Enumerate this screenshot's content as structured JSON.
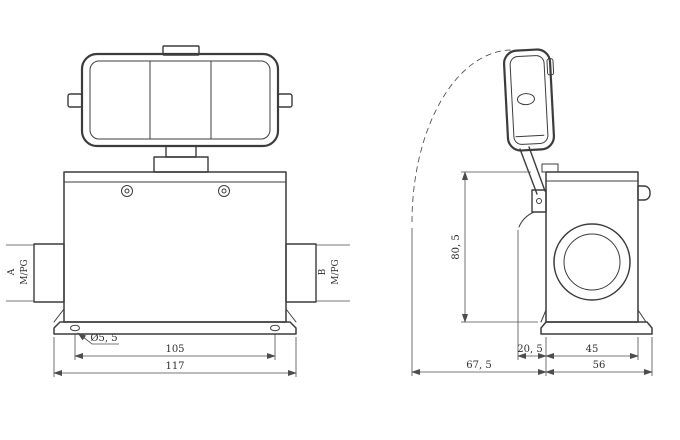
{
  "front_view": {
    "port_a": "A",
    "port_a_thread": "M/PG",
    "port_b": "B",
    "port_b_thread": "M/PG",
    "dim_hole_diameter": "Ø5, 5",
    "dim_hole_spacing": "105",
    "dim_overall_width": "117"
  },
  "side_view": {
    "dim_overall_height": "80, 5",
    "dim_lever_offset": "20, 5",
    "dim_body_depth": "45",
    "dim_open_clearance": "67, 5",
    "dim_base_depth": "56"
  },
  "style": {
    "line_color": "#3c3c3c",
    "dim_color": "#4d4d4d",
    "background": "#ffffff"
  }
}
